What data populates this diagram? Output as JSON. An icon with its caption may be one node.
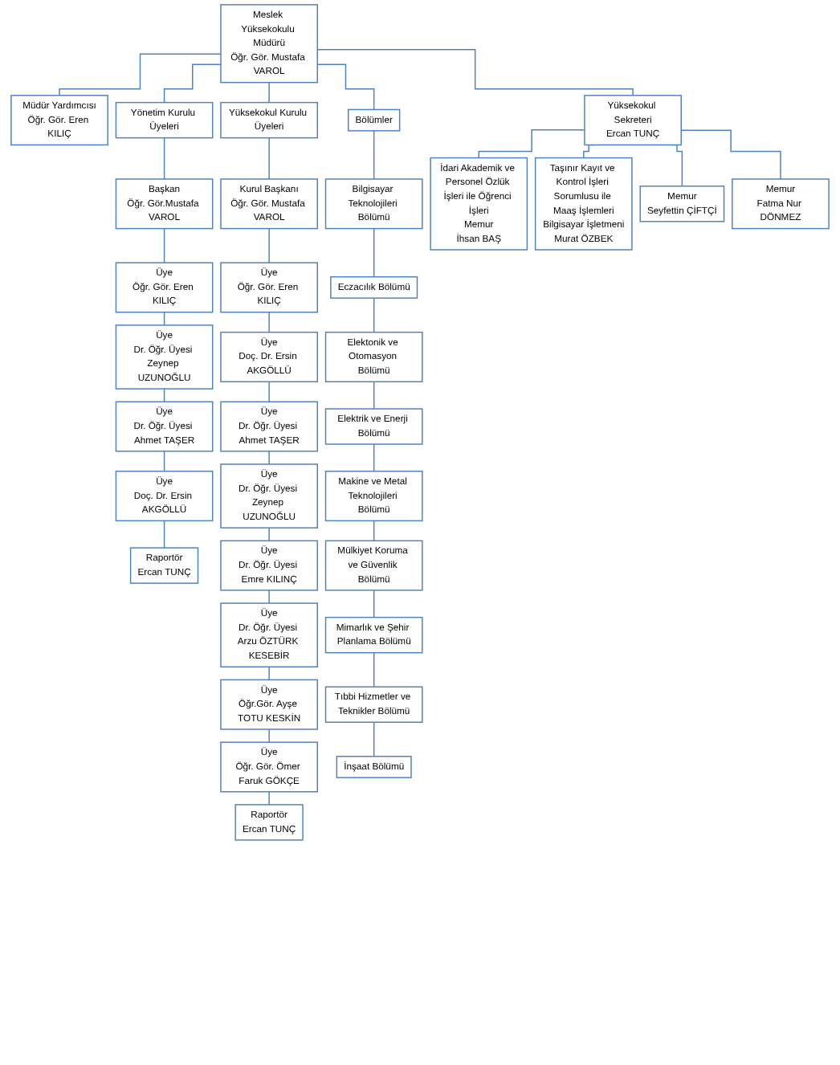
{
  "diagram": {
    "nodes": [
      {
        "text": [
          "Meslek Yüksekokulu Müdürü",
          "Öğr. Gör. Mustafa VAROL"
        ]
      },
      {
        "text": [
          "Müdür Yardımcısı",
          "Öğr. Gör. Eren KILIÇ"
        ]
      },
      {
        "text": [
          "Yönetim Kurulu Üyeleri"
        ]
      },
      {
        "text": [
          "Yüksekokul Kurulu Üyeleri"
        ]
      },
      {
        "text": [
          "Bölümler"
        ]
      },
      {
        "text": [
          "Yüksekokul Sekreteri",
          "Ercan TUNÇ"
        ]
      },
      {
        "text": [
          "Başkan",
          "Öğr. Gör.Mustafa VAROL"
        ]
      },
      {
        "text": [
          "Üye",
          "Öğr. Gör. Eren KILIÇ"
        ]
      },
      {
        "text": [
          "Üye",
          "Dr. Öğr. Üyesi Zeynep UZUNOĞLU"
        ]
      },
      {
        "text": [
          "Üye",
          "Dr. Öğr. Üyesi Ahmet TAŞER"
        ]
      },
      {
        "text": [
          "Üye",
          "Doç. Dr. Ersin AKGÖLLÜ"
        ]
      },
      {
        "text": [
          "Raportör",
          "Ercan TUNÇ"
        ]
      },
      {
        "text": [
          "Kurul Başkanı",
          "Öğr. Gör. Mustafa VAROL"
        ]
      },
      {
        "text": [
          "Üye",
          "Öğr. Gör. Eren KILIÇ"
        ]
      },
      {
        "text": [
          "Üye",
          "Doç. Dr. Ersin AKGÖLLÜ"
        ]
      },
      {
        "text": [
          "Üye",
          "Dr. Öğr. Üyesi Ahmet TAŞER"
        ]
      },
      {
        "text": [
          "Üye",
          "Dr. Öğr. Üyesi Zeynep UZUNOĞLU"
        ]
      },
      {
        "text": [
          "Üye",
          "Dr. Öğr. Üyesi Emre KILINÇ"
        ]
      },
      {
        "text": [
          "Üye",
          "Dr. Öğr. Üyesi Arzu ÖZTÜRK KESEBİR"
        ]
      },
      {
        "text": [
          "Üye",
          "Öğr.Gör. Ayşe TOTU KESKİN"
        ]
      },
      {
        "text": [
          "Üye",
          "Öğr. Gör. Ömer Faruk GÖKÇE"
        ]
      },
      {
        "text": [
          "Raportör",
          "Ercan TUNÇ"
        ]
      },
      {
        "text": [
          "Bilgisayar Teknolojileri Bölümü"
        ]
      },
      {
        "text": [
          "Eczacılık Bölümü"
        ]
      },
      {
        "text": [
          "Elektonik ve Otomasyon Bölümü"
        ]
      },
      {
        "text": [
          "Elektrik ve Enerji Bölümü"
        ]
      },
      {
        "text": [
          "Makine ve Metal Teknolojileri Bölümü"
        ]
      },
      {
        "text": [
          "Mülkiyet Koruma ve Güvenlik Bölümü"
        ]
      },
      {
        "text": [
          "Mimarlık ve Şehir Planlama Bölümü"
        ]
      },
      {
        "text": [
          "Tıbbi Hizmetler ve Teknikler Bölümü"
        ]
      },
      {
        "text": [
          "İnşaat Bölümü"
        ]
      },
      {
        "text": [
          "İdari Akademik ve Personel Özlük İşleri ile Öğrenci İşleri",
          "Memur",
          "İhsan BAŞ"
        ]
      },
      {
        "text": [
          "Taşınır Kayıt ve Kontrol İşleri Sorumlusu ile Maaş İşlemleri",
          "Bilgisayar İşletmeni",
          "Murat ÖZBEK"
        ]
      },
      {
        "text": [
          "Memur",
          "Seyfettin ÇİFTÇİ"
        ]
      },
      {
        "text": [
          "Memur",
          "Fatma Nur DÖNMEZ"
        ]
      }
    ],
    "edges": [
      {
        "from": 0,
        "to": 1,
        "arrow": "none"
      },
      {
        "from": 0,
        "to": 2,
        "arrow": "none"
      },
      {
        "from": 0,
        "to": 3,
        "arrow": "none"
      },
      {
        "from": 0,
        "to": 4,
        "arrow": "none"
      },
      {
        "from": 0,
        "to": 5,
        "arrow": "none"
      },
      {
        "from": 2,
        "to": 6,
        "arrow": "none"
      },
      {
        "from": 6,
        "to": 7,
        "arrow": "none"
      },
      {
        "from": 7,
        "to": 8,
        "arrow": "none"
      },
      {
        "from": 8,
        "to": 9,
        "arrow": "none"
      },
      {
        "from": 9,
        "to": 10,
        "arrow": "none"
      },
      {
        "from": 10,
        "to": 11,
        "arrow": "none"
      },
      {
        "from": 3,
        "to": 12,
        "arrow": "none"
      },
      {
        "from": 12,
        "to": 13,
        "arrow": "none"
      },
      {
        "from": 13,
        "to": 14,
        "arrow": "none"
      },
      {
        "from": 14,
        "to": 15,
        "arrow": "none"
      },
      {
        "from": 15,
        "to": 16,
        "arrow": "none"
      },
      {
        "from": 16,
        "to": 17,
        "arrow": "none"
      },
      {
        "from": 17,
        "to": 18,
        "arrow": "none"
      },
      {
        "from": 18,
        "to": 19,
        "arrow": "none"
      },
      {
        "from": 19,
        "to": 20,
        "arrow": "none"
      },
      {
        "from": 20,
        "to": 21,
        "arrow": "none"
      },
      {
        "from": 4,
        "to": 22,
        "arrow": "none"
      },
      {
        "from": 22,
        "to": 23,
        "arrow": "none"
      },
      {
        "from": 23,
        "to": 24,
        "arrow": "none"
      },
      {
        "from": 24,
        "to": 25,
        "arrow": "none"
      },
      {
        "from": 25,
        "to": 26,
        "arrow": "none"
      },
      {
        "from": 26,
        "to": 27,
        "arrow": "none"
      },
      {
        "from": 27,
        "to": 28,
        "arrow": "none"
      },
      {
        "from": 28,
        "to": 29,
        "arrow": "none"
      },
      {
        "from": 29,
        "to": 30,
        "arrow": "none"
      },
      {
        "from": 5,
        "to": 31,
        "arrow": "none"
      },
      {
        "from": 5,
        "to": 32,
        "arrow": "none"
      },
      {
        "from": 5,
        "to": 33,
        "arrow": "none"
      },
      {
        "from": 5,
        "to": 34,
        "arrow": "none"
      }
    ]
  }
}
